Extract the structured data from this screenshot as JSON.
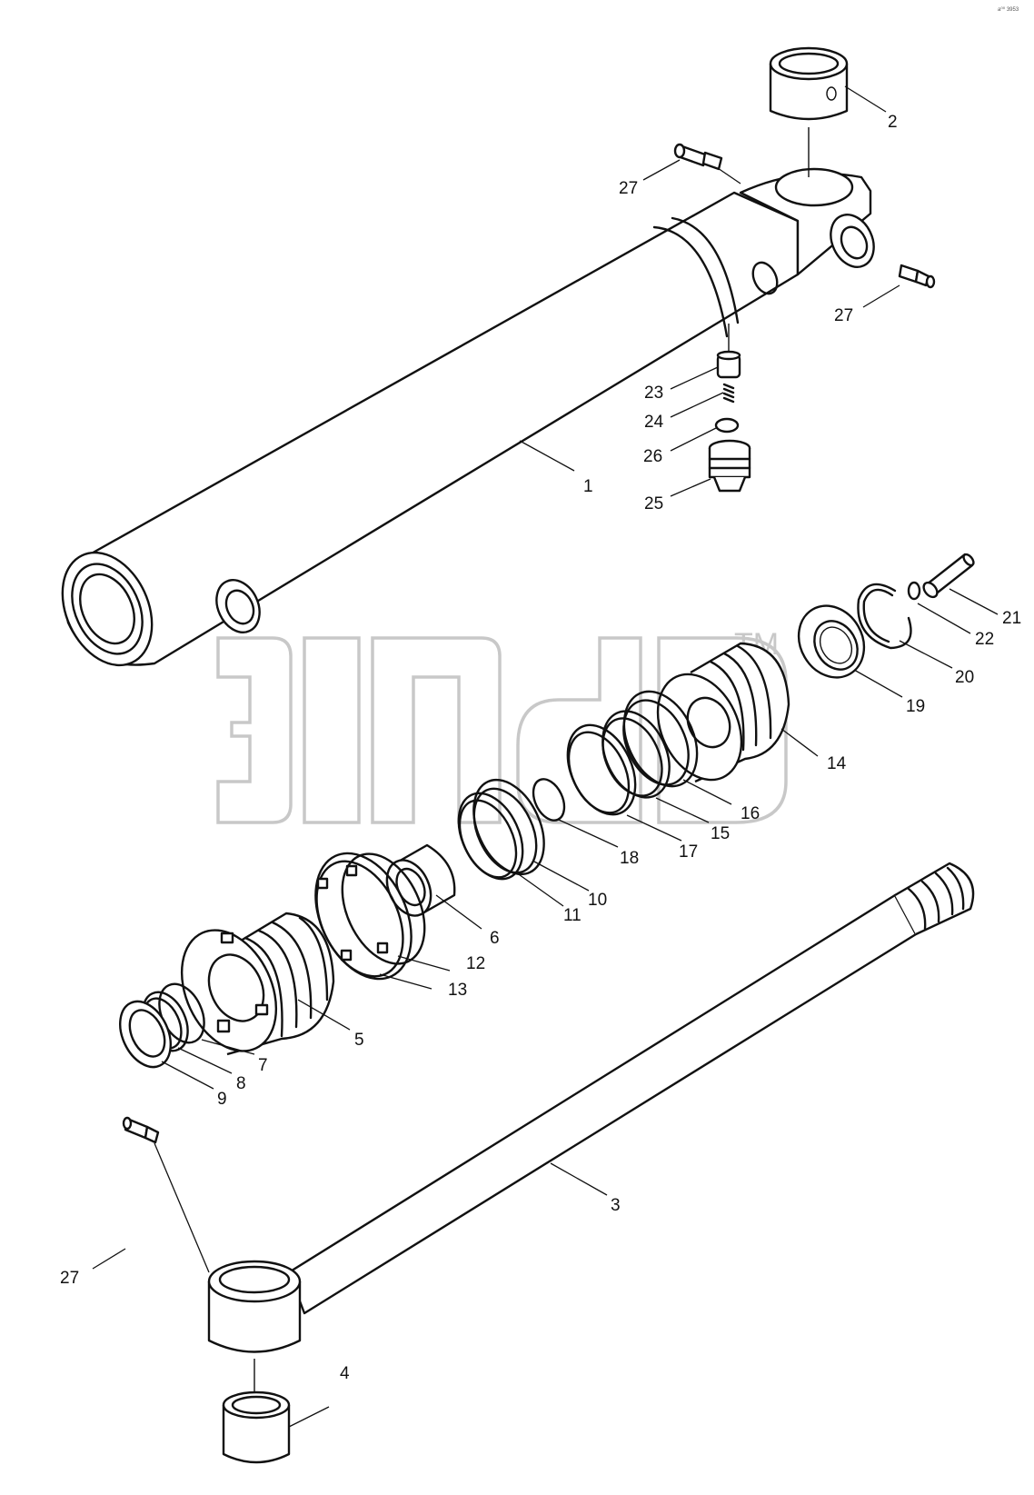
{
  "corner_mark": "a⁰⁰ 3953",
  "watermark": {
    "tm": "TM"
  },
  "parts": [
    {
      "id": "p1",
      "label": "1",
      "name": "cylinder-tube"
    },
    {
      "id": "p2",
      "label": "2",
      "name": "bushing-top"
    },
    {
      "id": "p3",
      "label": "3",
      "name": "piston-rod"
    },
    {
      "id": "p4",
      "label": "4",
      "name": "bushing-bottom"
    },
    {
      "id": "p5",
      "label": "5",
      "name": "cylinder-head"
    },
    {
      "id": "p6",
      "label": "6",
      "name": "bushing-guide"
    },
    {
      "id": "p7",
      "label": "7",
      "name": "o-ring"
    },
    {
      "id": "p8",
      "label": "8",
      "name": "wiper-seal-ring"
    },
    {
      "id": "p9",
      "label": "9",
      "name": "wiper-seal"
    },
    {
      "id": "p10",
      "label": "10",
      "name": "rod-seal-ring"
    },
    {
      "id": "p11",
      "label": "11",
      "name": "backup-ring"
    },
    {
      "id": "p12",
      "label": "12",
      "name": "head-o-ring"
    },
    {
      "id": "p13",
      "label": "13",
      "name": "lock-ring"
    },
    {
      "id": "p14",
      "label": "14",
      "name": "piston"
    },
    {
      "id": "p15",
      "label": "15",
      "name": "wear-ring"
    },
    {
      "id": "p16",
      "label": "16",
      "name": "piston-seal"
    },
    {
      "id": "p17",
      "label": "17",
      "name": "piston-ring"
    },
    {
      "id": "p18",
      "label": "18",
      "name": "piston-o-ring"
    },
    {
      "id": "p19",
      "label": "19",
      "name": "nut"
    },
    {
      "id": "p20",
      "label": "20",
      "name": "snap-ring"
    },
    {
      "id": "p21",
      "label": "21",
      "name": "pin"
    },
    {
      "id": "p22",
      "label": "22",
      "name": "small-o-ring"
    },
    {
      "id": "p23",
      "label": "23",
      "name": "valve-cap"
    },
    {
      "id": "p24",
      "label": "24",
      "name": "spring"
    },
    {
      "id": "p25",
      "label": "25",
      "name": "check-valve"
    },
    {
      "id": "p26",
      "label": "26",
      "name": "valve-o-ring"
    },
    {
      "id": "p27a",
      "label": "27",
      "name": "grease-fitting-top"
    },
    {
      "id": "p27b",
      "label": "27",
      "name": "grease-fitting-right"
    },
    {
      "id": "p27c",
      "label": "27",
      "name": "grease-fitting-bottom"
    }
  ]
}
